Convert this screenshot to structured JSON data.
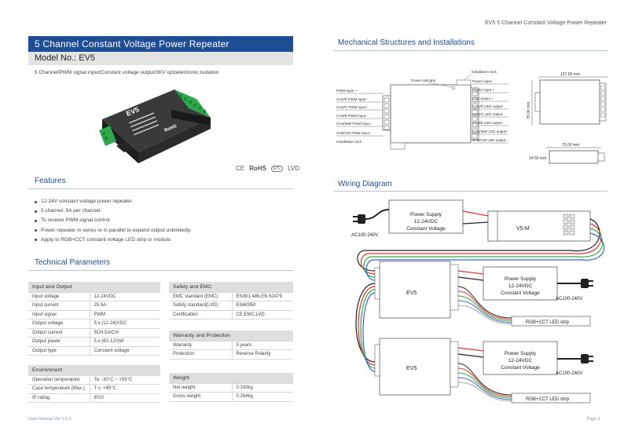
{
  "header": {
    "right": "EV5   5 Channel Constant Voltage Power Repeater"
  },
  "title": "5 Channel Constant Voltage Power Repeater",
  "model": "Model No.: EV5",
  "subtitle": "5 Channel/PWM signal input/Constant voltage output/3KV optoelectronic isolation",
  "product": {
    "label": "EV5",
    "badge": "RoHS"
  },
  "certs": [
    "CE",
    "RoHS",
    "ETL",
    "LVD"
  ],
  "features": {
    "title": "Features",
    "items": [
      "12-24V constant voltage power repeater.",
      "5 channel, 5A per channel.",
      "To receive PWM signal control.",
      "Power repeater in series or in parallel to expand output unlimitedly.",
      "Apply to RGB+CCT constant voltage LED strip or module."
    ]
  },
  "tech": {
    "title": "Technical Parameters",
    "input_output": {
      "header": "Input and Output",
      "rows": [
        [
          "Input voltage",
          "12-24VDC"
        ],
        [
          "Input current",
          "25.5A"
        ],
        [
          "Input signal",
          "PWM"
        ],
        [
          "Output voltage",
          "5 x (12-24)VDC"
        ],
        [
          "Output current",
          "5CH,5A/CH"
        ],
        [
          "Output power",
          "5 x (60-120)W"
        ],
        [
          "Output type",
          "Constant voltage"
        ]
      ]
    },
    "environment": {
      "header": "Environment",
      "rows": [
        [
          "Operation temperature",
          "Ta: -30°C ~ +55°C"
        ],
        [
          "Case temperature (Max.)",
          "T c: +85°C"
        ],
        [
          "IP rating",
          "IP20"
        ]
      ]
    },
    "safety": {
      "header": "Safety and EMC",
      "rows": [
        [
          "EMC standard (EMC)",
          "EN301 489,EN 62479"
        ],
        [
          "Safety standard(LVD)",
          "EN60950"
        ],
        [
          "Certification",
          "CE,EMC,LVD"
        ]
      ]
    },
    "warranty": {
      "header": "Warranty and Protection",
      "rows": [
        [
          "Warranty",
          "5 years"
        ],
        [
          "Protection",
          "Reverse Polarity"
        ]
      ]
    },
    "weight": {
      "header": "Weight",
      "rows": [
        [
          "Net weight",
          "0.243kg"
        ],
        [
          "Gross weight",
          "0.264kg"
        ]
      ]
    }
  },
  "mechanical": {
    "title": "Mechanical Structures and Installations",
    "left_labels": [
      "PWM input +",
      "CH1/R PWM input -",
      "CH2/G PWM input -",
      "CH3/B PWM input -",
      "CH4/WW PWM input -",
      "CH5/CW PWM input -",
      "Installation rack"
    ],
    "top_labels": [
      "Power indicator",
      "Installation rack"
    ],
    "right_labels": [
      "Power input -",
      "Power input +",
      "LED output +",
      "CH1/R LED output -",
      "CH2/G LED output -",
      "CH3/B LED output -",
      "CH4/WW LED output -",
      "CH5/CW LED output -"
    ],
    "dim_length": "107.00 mm",
    "dim_height": "75.00 mm",
    "dim_width": "75.00 mm",
    "dim_depth": "24.50 mm"
  },
  "wiring": {
    "title": "Wiring Diagram",
    "power_supply": [
      "Power Supply",
      "12-24VDC",
      "Constant Voltage"
    ],
    "ac_label": "AC100-240V",
    "controller": "V5-M",
    "device": "EV5",
    "strip": "RGB+CCT LED strip"
  },
  "footer": {
    "left": "User Manual Ver 1.0.3",
    "right": "Page 1"
  }
}
